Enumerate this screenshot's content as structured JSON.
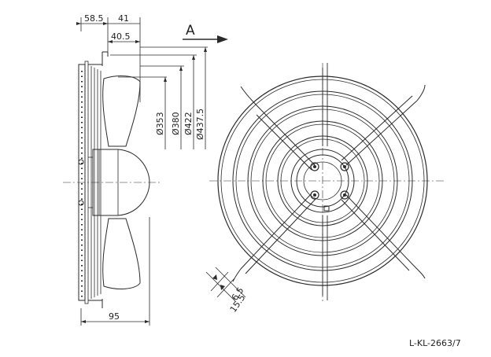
{
  "drawing": {
    "code": "L-KL-2663/7",
    "view_label": "A",
    "dimensions": {
      "depth_top": "58.5",
      "depth_hub": "41",
      "depth_blade": "40.5",
      "overall_depth": "95",
      "dia_1": "Ø353",
      "dia_2": "Ø380",
      "dia_3": "Ø422",
      "dia_4": "Ø437.5",
      "hole_small": "6.5",
      "hole_large": "15.5"
    },
    "colors": {
      "line": "#2a2a2a",
      "background": "#ffffff"
    }
  }
}
